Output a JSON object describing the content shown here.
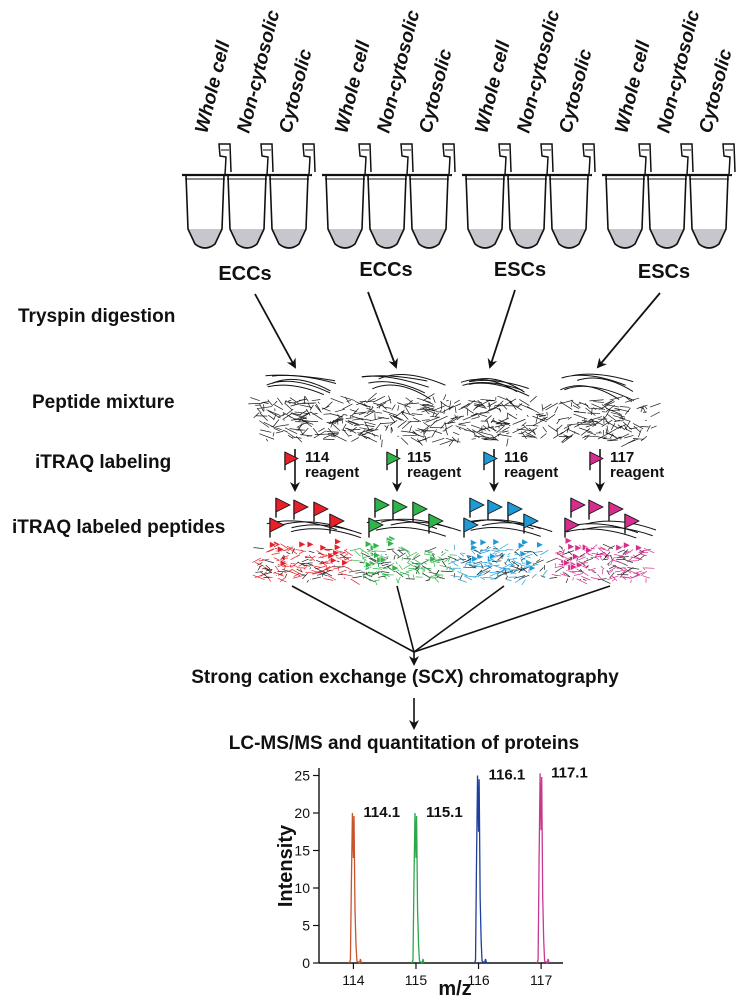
{
  "samples": [
    {
      "group": "ECCs",
      "tubes": [
        "Whole cell",
        "Non-cytosolic",
        "Cytosolic"
      ]
    },
    {
      "group": "ECCs",
      "tubes": [
        "Whole cell",
        "Non-cytosolic",
        "Cytosolic"
      ]
    },
    {
      "group": "ESCs",
      "tubes": [
        "Whole cell",
        "Non-cytosolic",
        "Cytosolic"
      ]
    },
    {
      "group": "ESCs",
      "tubes": [
        "Whole cell",
        "Non-cytosolic",
        "Cytosolic"
      ]
    }
  ],
  "steps": {
    "digestion": "Tryspin digestion",
    "mixture": "Peptide mixture",
    "labeling": "iTRAQ labeling",
    "labeled": "iTRAQ labeled peptides",
    "scx": "Strong cation exchange (SCX) chromatography",
    "lcms": "LC-MS/MS and quantitation of proteins"
  },
  "reagents": [
    {
      "tag": "114",
      "word": "reagent",
      "color": "#e8202a"
    },
    {
      "tag": "115",
      "word": "reagent",
      "color": "#2fb34a"
    },
    {
      "tag": "116",
      "word": "reagent",
      "color": "#1e9ad6"
    },
    {
      "tag": "117",
      "word": "reagent",
      "color": "#d62e8c"
    }
  ],
  "chart_data": {
    "type": "line",
    "xlabel": "m/z",
    "ylabel": "Intensity",
    "xlim": [
      113.45,
      117.35
    ],
    "ylim": [
      0,
      26
    ],
    "xticks": [
      "114",
      "115",
      "116",
      "117"
    ],
    "yticks": [
      "0",
      "5",
      "10",
      "15",
      "20",
      "25"
    ],
    "series": [
      {
        "peak": 114.1,
        "label": "114.1",
        "height": 20,
        "color": "#c8542e"
      },
      {
        "peak": 115.1,
        "label": "115.1",
        "height": 20,
        "color": "#2aa84a"
      },
      {
        "peak": 116.1,
        "label": "116.1",
        "height": 25,
        "color": "#1f3f9e"
      },
      {
        "peak": 117.1,
        "label": "117.1",
        "height": 25.3,
        "color": "#c7398f"
      }
    ]
  }
}
